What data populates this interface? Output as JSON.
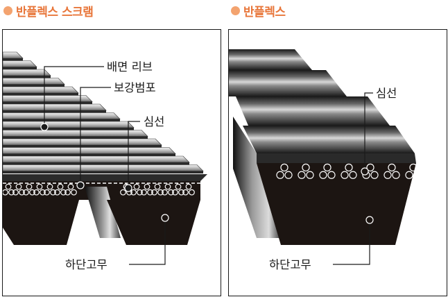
{
  "left_panel": {
    "title": "반플렉스 스크램",
    "labels": {
      "back_rib": "배면 리브",
      "reinforcing_cloth": "보강범포",
      "core_cord": "심선",
      "bottom_rubber": "하단고무"
    }
  },
  "right_panel": {
    "title": "반플렉스",
    "labels": {
      "core_cord": "심선",
      "bottom_rubber": "하단고무"
    }
  },
  "colors": {
    "title_accent": "#e8763a",
    "title_dot": "#f3a36f",
    "belt_body": "#1c1512",
    "rib_light": "#c8c8c8"
  }
}
